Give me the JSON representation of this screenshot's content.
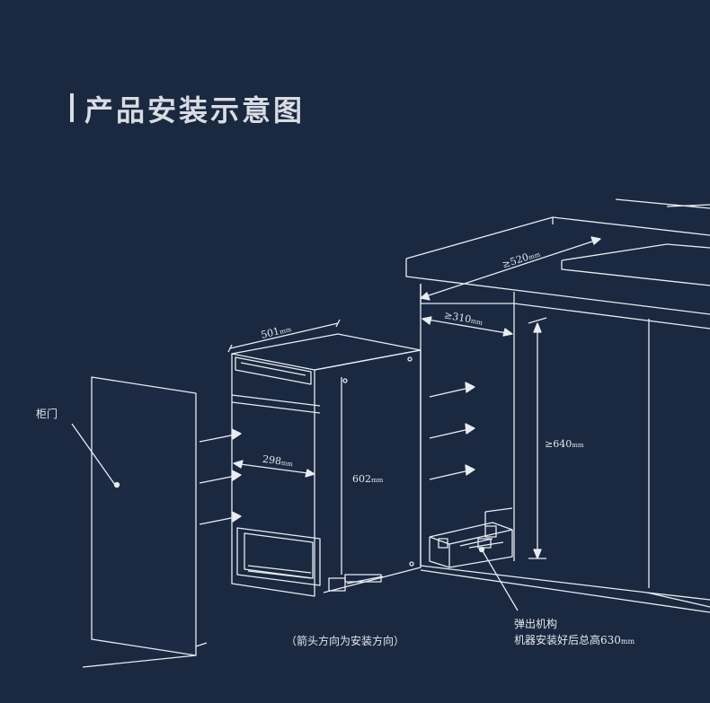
{
  "title": "产品安装示意图",
  "labels": {
    "cabinet_door": "柜门",
    "width_top": "501",
    "width_top_unit": "mm",
    "inner_width": "298",
    "inner_width_unit": "mm",
    "height": "602",
    "height_unit": "mm",
    "depth_min": "≥520",
    "depth_min_unit": "mm",
    "opening_min": "≥310",
    "opening_min_unit": "mm",
    "height_min": "≥640",
    "height_min_unit": "mm",
    "arrow_note": "（箭头方向为安装方向）",
    "mechanism_line1": "弹出机构",
    "mechanism_line2": "机器安装好后总高630",
    "mechanism_unit": "mm"
  },
  "colors": {
    "background": "#1a2840",
    "line": "#e8ecf2",
    "door_fill": "#1c2a44"
  }
}
